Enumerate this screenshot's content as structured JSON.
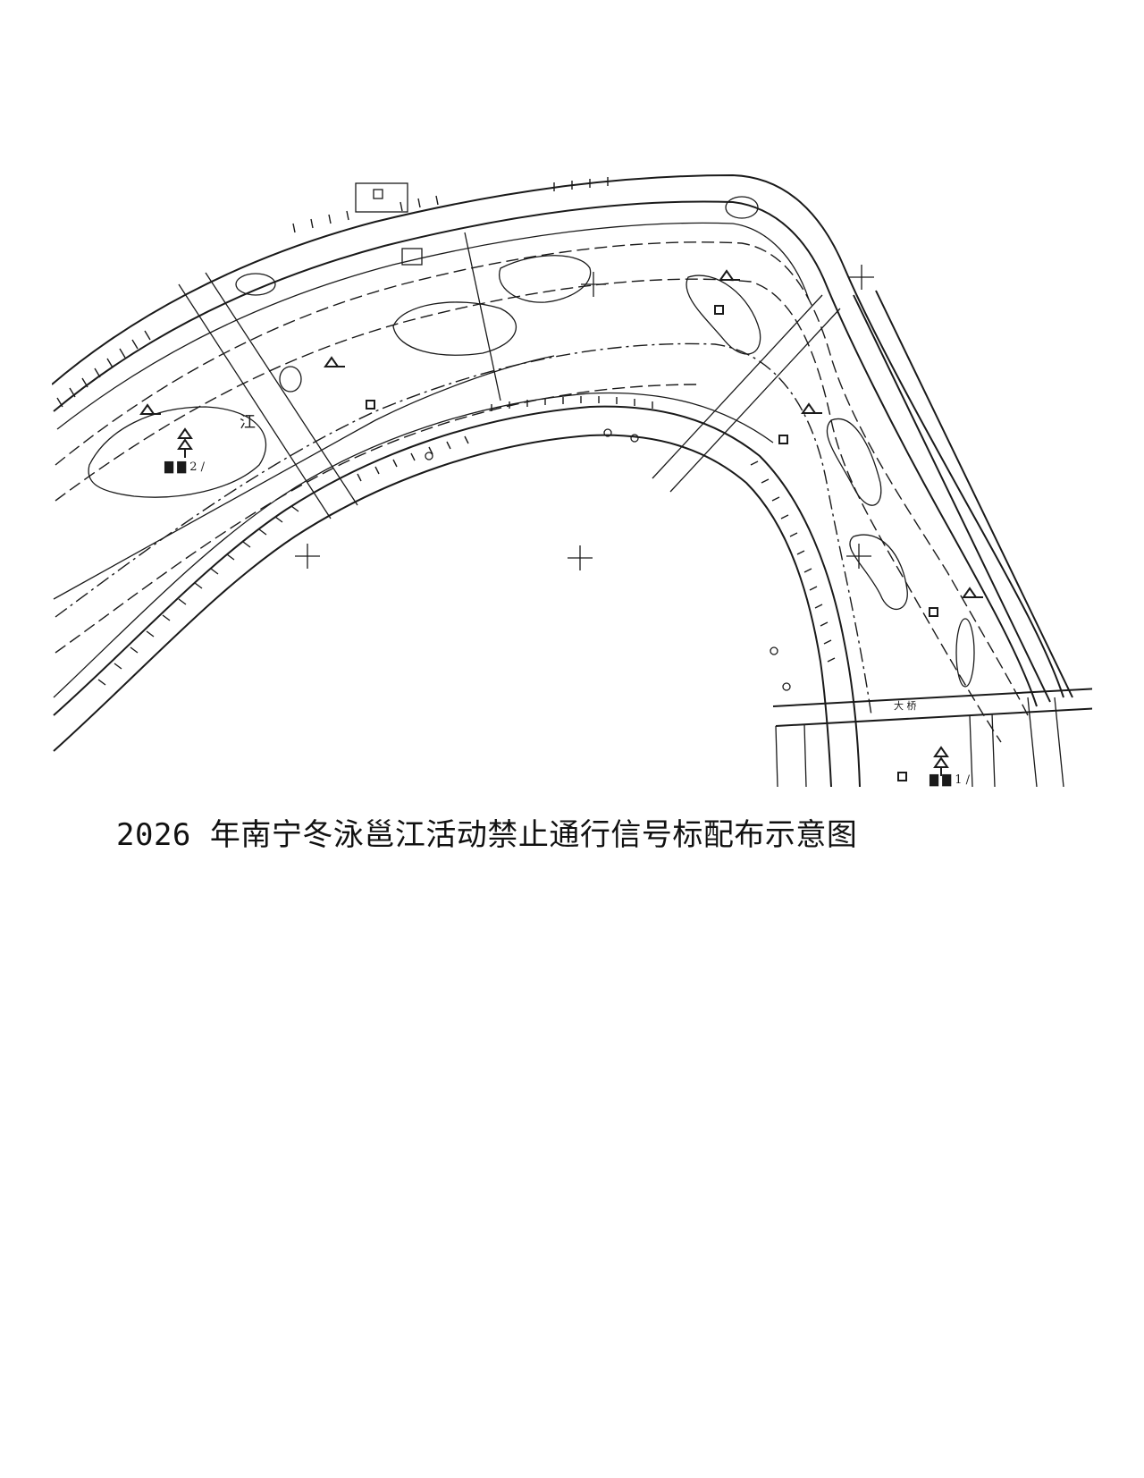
{
  "map": {
    "river_label": "江",
    "road_label": "大 桥",
    "markers": [
      {
        "id": "signal-left",
        "label": "▇ ▇ 2 /"
      },
      {
        "id": "signal-right",
        "label": "▇ ▇ 1 /"
      }
    ]
  },
  "caption": "2026 年南宁冬泳邕江活动禁止通行信号标配布示意图"
}
